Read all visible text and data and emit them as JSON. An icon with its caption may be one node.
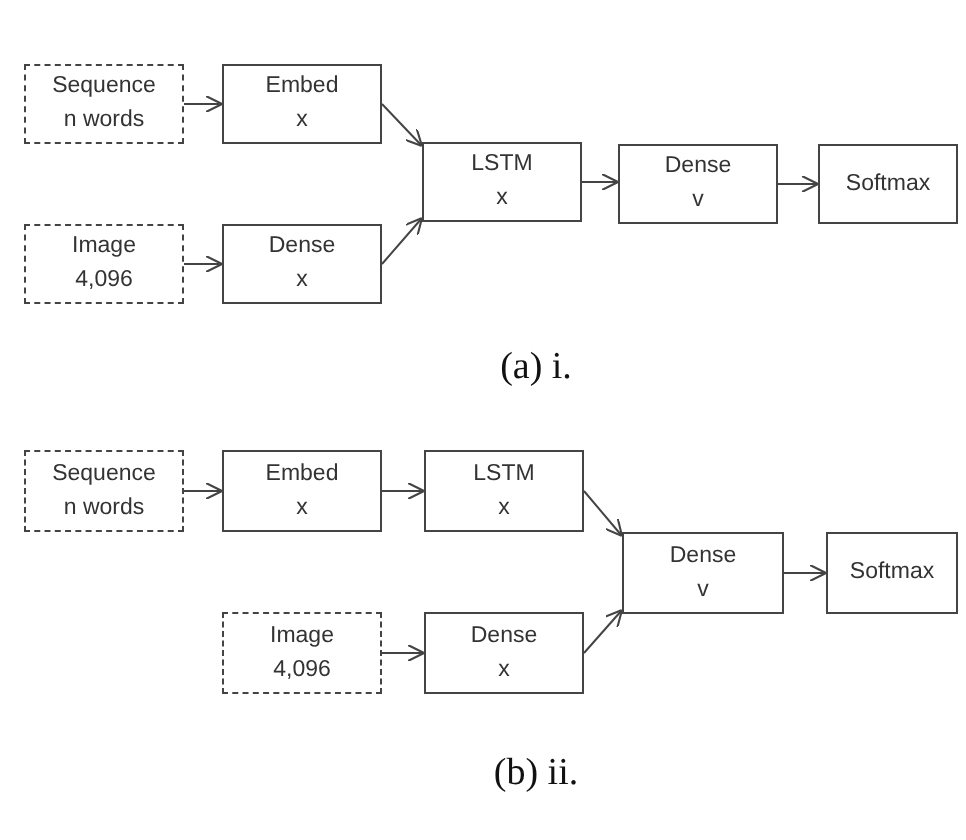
{
  "diagram": {
    "nodes": [
      {
        "text": [
          "Sequence",
          "n words"
        ]
      },
      {
        "text": [
          "Embed",
          "x"
        ]
      },
      {
        "text": [
          "Image",
          "4,096"
        ]
      },
      {
        "text": [
          "Dense",
          "x"
        ]
      },
      {
        "text": [
          "LSTM",
          "x"
        ]
      },
      {
        "text": [
          "Dense",
          "v"
        ]
      },
      {
        "text": [
          "Softmax"
        ]
      },
      {
        "text": [
          "Sequence",
          "n words"
        ]
      },
      {
        "text": [
          "Embed",
          "x"
        ]
      },
      {
        "text": [
          "LSTM",
          "x"
        ]
      },
      {
        "text": [
          "Image",
          "4,096"
        ]
      },
      {
        "text": [
          "Dense",
          "x"
        ]
      },
      {
        "text": [
          "Dense",
          "v"
        ]
      },
      {
        "text": [
          "Softmax"
        ]
      }
    ],
    "edges": [
      {
        "from": 0,
        "to": 1,
        "arrow": "to"
      },
      {
        "from": 2,
        "to": 3,
        "arrow": "to"
      },
      {
        "from": 1,
        "to": 4,
        "arrow": "to"
      },
      {
        "from": 3,
        "to": 4,
        "arrow": "to"
      },
      {
        "from": 4,
        "to": 5,
        "arrow": "to"
      },
      {
        "from": 5,
        "to": 6,
        "arrow": "to"
      },
      {
        "from": 7,
        "to": 8,
        "arrow": "to"
      },
      {
        "from": 8,
        "to": 9,
        "arrow": "to"
      },
      {
        "from": 10,
        "to": 11,
        "arrow": "to"
      },
      {
        "from": 9,
        "to": 12,
        "arrow": "to"
      },
      {
        "from": 11,
        "to": 12,
        "arrow": "to"
      },
      {
        "from": 12,
        "to": 13,
        "arrow": "to"
      }
    ],
    "labels": [
      "(a) i.",
      "(b) ii."
    ]
  }
}
